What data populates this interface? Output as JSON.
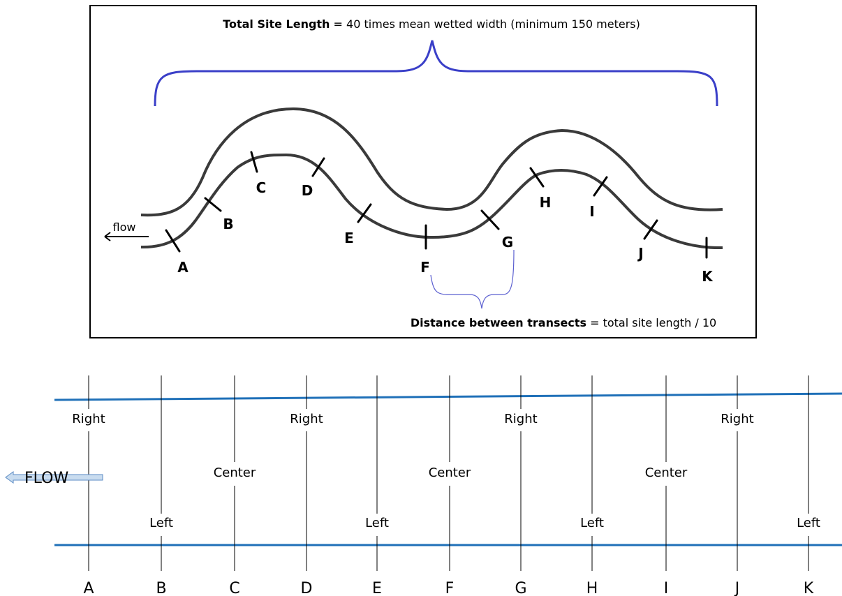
{
  "top_panel": {
    "title_bold": "Total Site Length",
    "title_rest": " = 40 times mean wetted width (minimum 150 meters)",
    "flow_label": "flow",
    "transect_labels": [
      "A",
      "B",
      "C",
      "D",
      "E",
      "F",
      "G",
      "H",
      "I",
      "J",
      "K"
    ],
    "distance_bold": "Distance between transects",
    "distance_rest": " = total site length / 10"
  },
  "bottom_panel": {
    "flow_label": "FLOW",
    "transects": [
      {
        "letter": "A",
        "position": "Right"
      },
      {
        "letter": "B",
        "position": "Left"
      },
      {
        "letter": "C",
        "position": "Center"
      },
      {
        "letter": "D",
        "position": "Right"
      },
      {
        "letter": "E",
        "position": "Left"
      },
      {
        "letter": "F",
        "position": "Center"
      },
      {
        "letter": "G",
        "position": "Right"
      },
      {
        "letter": "H",
        "position": "Left"
      },
      {
        "letter": "I",
        "position": "Center"
      },
      {
        "letter": "J",
        "position": "Right"
      },
      {
        "letter": "K",
        "position": "Left"
      }
    ]
  },
  "colors": {
    "stream_line": "#3a3a3a",
    "brace": "#3a3fc8",
    "channel_edge": "#1f70b8",
    "arrow_fill": "#c9dcef",
    "arrow_stroke": "#5b8bc4"
  }
}
